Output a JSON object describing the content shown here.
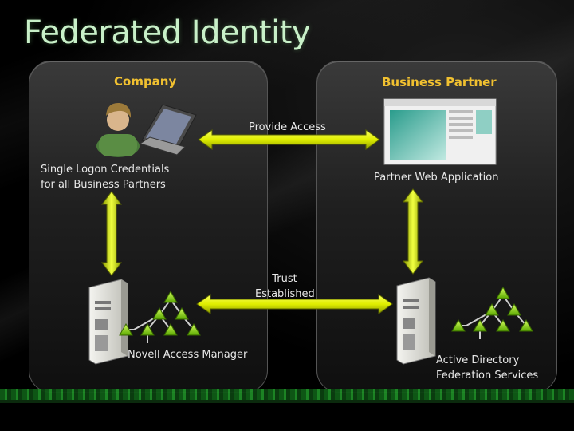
{
  "title": "Federated Identity",
  "company": {
    "heading": "Company",
    "credentials_label": [
      "Single Logon Credentials",
      "for all Business Partners"
    ],
    "server_label": "Novell Access Manager"
  },
  "partner": {
    "heading": "Business Partner",
    "app_label": "Partner Web Application",
    "server_label": [
      "Active Directory",
      "Federation Services"
    ]
  },
  "arrows": {
    "provide_access": "Provide Access",
    "trust_established": [
      "Trust",
      "Established"
    ]
  },
  "colors": {
    "title": "#c8f0c8",
    "heading": "#f0c030",
    "arrow_fill": "#e6f000",
    "tree_node": "#9be000",
    "band": "#1e8a26"
  },
  "icons": [
    "user-at-laptop-icon",
    "web-browser-window-icon",
    "server-tower-icon",
    "org-tree-icon"
  ]
}
